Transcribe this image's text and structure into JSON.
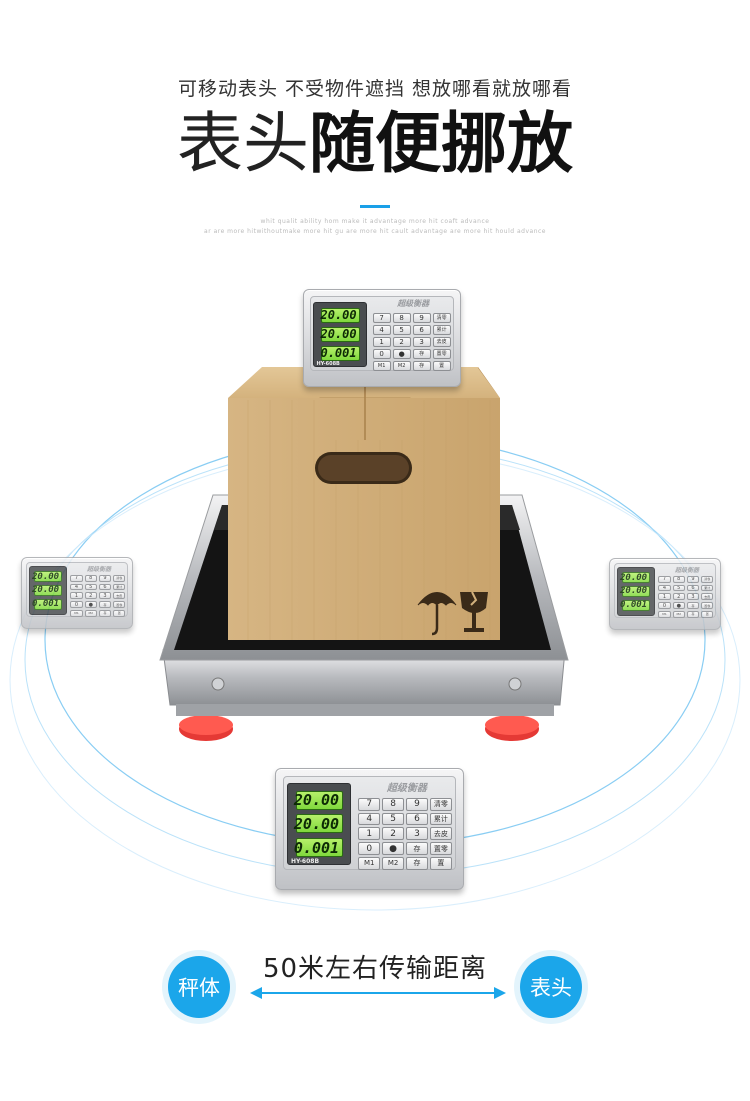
{
  "header": {
    "subtitle": "可移动表头 不受物件遮挡 想放哪看就放哪看",
    "headline_thin": "表头",
    "headline_bold": "随便挪放",
    "tiny_line_1": "whit qualit ability hom make it advantage more hit coaft advance",
    "tiny_line_2": "ar are more hitwithoutmake more hit gu are more hit cault advantage are more hit hould advance"
  },
  "indicator": {
    "brand": "超级衡器",
    "model": "HY-608B",
    "readings": [
      "20.00",
      "20.00",
      "0.001"
    ],
    "keys": [
      "7",
      "8",
      "9",
      "清零",
      "4",
      "5",
      "6",
      "累计",
      "1",
      "2",
      "3",
      "去皮",
      "0",
      "●",
      "存",
      "置零",
      "M1",
      "M2",
      "存",
      "置"
    ]
  },
  "footer": {
    "distance_label": "50米左右传输距离",
    "left_circle": "秤体",
    "right_circle": "表头"
  },
  "colors": {
    "accent": "#1aa0e8",
    "circle": "#1ba6ea",
    "lcd": "#9be24f",
    "box": "#d2b07c",
    "platform": "#1a1a1a",
    "feet": "#e53935"
  },
  "icons": [
    "umbrella-icon",
    "fragile-glass-icon",
    "double-arrow-icon"
  ]
}
